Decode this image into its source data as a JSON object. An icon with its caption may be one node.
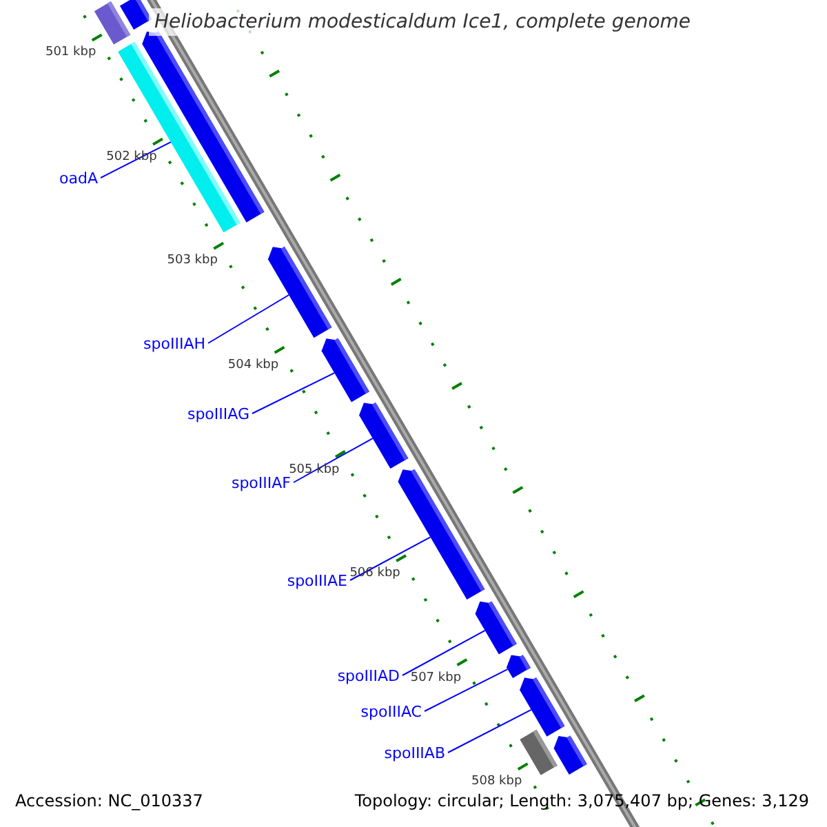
{
  "diagram": {
    "title": "Heliobacterium modesticaldum Ice1, complete genome",
    "nodes": [
      {
        "text": [],
        "shape": "bar"
      },
      {
        "text": [],
        "shape": "bar"
      },
      {
        "text": [
          "oadA"
        ]
      },
      {
        "text": [],
        "shape": "bar"
      },
      {
        "text": [],
        "shape": "arrow"
      },
      {
        "text": [
          "spoIIIAH"
        ]
      },
      {
        "text": [],
        "shape": "arrow"
      },
      {
        "text": [
          "spoIIIAG"
        ]
      },
      {
        "text": [],
        "shape": "arrow"
      },
      {
        "text": [
          "spoIIIAF"
        ]
      },
      {
        "text": [],
        "shape": "arrow"
      },
      {
        "text": [
          "spoIIIAE"
        ]
      },
      {
        "text": [],
        "shape": "arrow"
      },
      {
        "text": [
          "spoIIIAD"
        ]
      },
      {
        "text": [],
        "shape": "arrow"
      },
      {
        "text": [
          "spoIIIAC"
        ]
      },
      {
        "text": [],
        "shape": "arrow"
      },
      {
        "text": [
          "spoIIIAB"
        ]
      },
      {
        "text": [],
        "shape": "arrow"
      },
      {
        "text": [],
        "shape": "bar"
      },
      {
        "text": [],
        "shape": "arrow"
      }
    ],
    "edges": [
      {
        "from": 2,
        "to": 3,
        "arrow": "none"
      },
      {
        "from": 5,
        "to": 6,
        "arrow": "none"
      },
      {
        "from": 7,
        "to": 8,
        "arrow": "none"
      },
      {
        "from": 9,
        "to": 10,
        "arrow": "none"
      },
      {
        "from": 11,
        "to": 12,
        "arrow": "none"
      },
      {
        "from": 13,
        "to": 14,
        "arrow": "none"
      },
      {
        "from": 15,
        "to": 16,
        "arrow": "none"
      },
      {
        "from": 17,
        "to": 18,
        "arrow": "none"
      }
    ],
    "labels": [
      "501 kbp",
      "502 kbp",
      "503 kbp",
      "504 kbp",
      "505 kbp",
      "506 kbp",
      "507 kbp",
      "508 kbp",
      "Accession: NC_010337",
      "Topology: circular; Length: 3,075,407 bp; Genes: 3,129"
    ]
  }
}
